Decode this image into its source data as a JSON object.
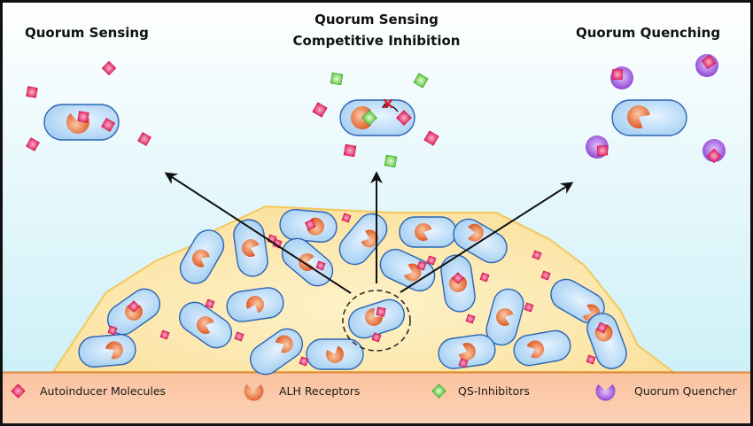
{
  "figure": {
    "panels": [
      {
        "id": "quorum-sensing",
        "title_lines": [
          "Quorum Sensing"
        ]
      },
      {
        "id": "competitive-inhibition",
        "title_lines": [
          "Quorum Sensing",
          "Competitive Inhibition"
        ]
      },
      {
        "id": "quorum-quenching",
        "title_lines": [
          "Quorum Quenching"
        ]
      }
    ],
    "legend": [
      {
        "id": "autoinducer",
        "label": "Autoinducer Molecules",
        "icon": "autoinducer-diamond-icon",
        "color": "#e8336e"
      },
      {
        "id": "alh-receptor",
        "label": "ALH Receptors",
        "icon": "receptor-pacman-icon",
        "color": "#e8703a"
      },
      {
        "id": "qs-inhibitor",
        "label": "QS-Inhibitors",
        "icon": "inhibitor-diamond-icon",
        "color": "#6cd24a"
      },
      {
        "id": "quorum-quencher",
        "label": "Quorum Quencher",
        "icon": "quencher-pacman-icon",
        "color": "#9b4fd6"
      }
    ],
    "colors": {
      "sky_top": "#ffffff",
      "sky_bottom": "#c6eef7",
      "biofilm": "#fbe3a0",
      "biofilm_edge": "#f2c85a",
      "substrate": "#fbc7a6",
      "substrate_edge": "#e0883a",
      "cell_fill": "#b4d8f6",
      "cell_stroke": "#2c64b4",
      "blocked_mark": "#e0202a"
    }
  }
}
